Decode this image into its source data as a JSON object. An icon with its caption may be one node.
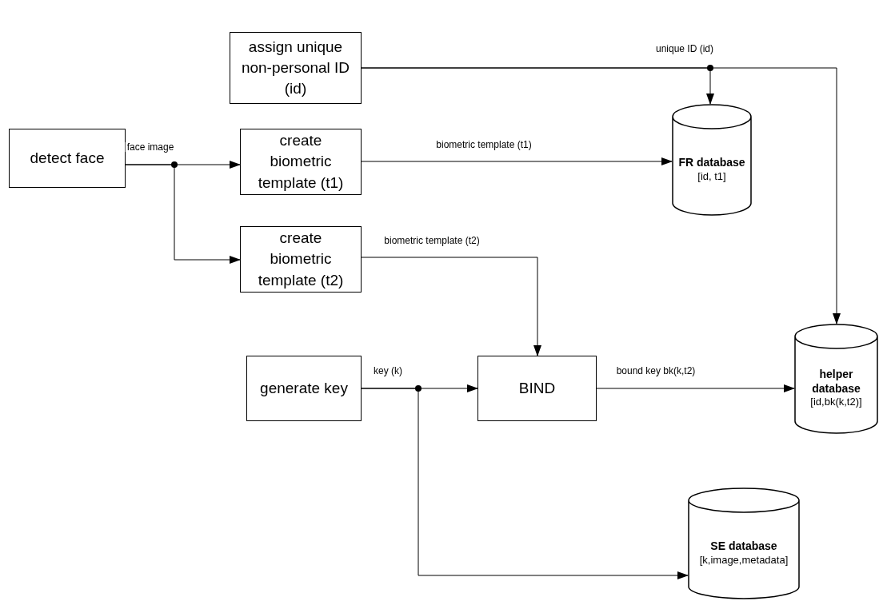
{
  "diagram": {
    "nodes": [
      {
        "text": [
          "assign unique non-personal ID (id)"
        ]
      },
      {
        "text": [
          "detect face"
        ]
      },
      {
        "text": [
          "create biometric template (t1)"
        ]
      },
      {
        "text": [
          "FR database",
          "[id, t1]"
        ]
      },
      {
        "text": [
          "create biometric template (t2)"
        ]
      },
      {
        "text": [
          "generate key"
        ]
      },
      {
        "text": [
          "BIND"
        ]
      },
      {
        "text": [
          "helper database",
          "[id,bk(k,t2)]"
        ]
      },
      {
        "text": [
          "SE database",
          "[k,image,metadata]"
        ]
      }
    ],
    "edges": [
      {
        "from": 1,
        "to": 2,
        "arrow": "to",
        "label": "face image"
      },
      {
        "from": 1,
        "to": 4,
        "arrow": "to"
      },
      {
        "from": 0,
        "to": 3,
        "arrow": "to",
        "label": "unique ID (id)"
      },
      {
        "from": 0,
        "to": 7,
        "arrow": "to"
      },
      {
        "from": 2,
        "to": 3,
        "arrow": "to",
        "label": "biometric template (t1)"
      },
      {
        "from": 4,
        "to": 6,
        "arrow": "to",
        "label": "biometric template (t2)"
      },
      {
        "from": 5,
        "to": 6,
        "arrow": "to",
        "label": "key (k)"
      },
      {
        "from": 5,
        "to": 8,
        "arrow": "to"
      },
      {
        "from": 6,
        "to": 7,
        "arrow": "to",
        "label": "bound key bk(k,t2)"
      }
    ]
  }
}
